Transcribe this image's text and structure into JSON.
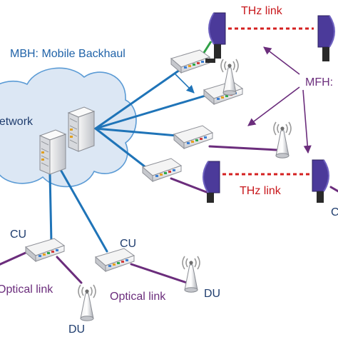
{
  "labels": {
    "mbh": "MBH: Mobile Backhaul",
    "mfh": "MFH:",
    "network": "network",
    "thz_top": "THz link",
    "thz_mid": "THz link",
    "cu_left": "CU",
    "cu_mid": "CU",
    "optical_left": "Optical link",
    "optical_mid": "Optical link",
    "du_mid": "DU",
    "du_bottom": "DU",
    "edge_c": "C"
  },
  "colors": {
    "backhaul": "#1f74b8",
    "fronthaul": "#6b2d7c",
    "thz": "#d42020",
    "label_blue": "#1f62a8",
    "label_red": "#c8181c",
    "label_purple": "#6b2d7c",
    "cloud_fill": "#dce7f4",
    "cloud_stroke": "#5b9bd5",
    "dish": "#4b3a9a",
    "green_link": "#30a046"
  },
  "icons": [
    "cloud-network-icon",
    "server-rack-icon",
    "switch-icon",
    "antenna-tower-icon",
    "thz-dish-icon"
  ]
}
